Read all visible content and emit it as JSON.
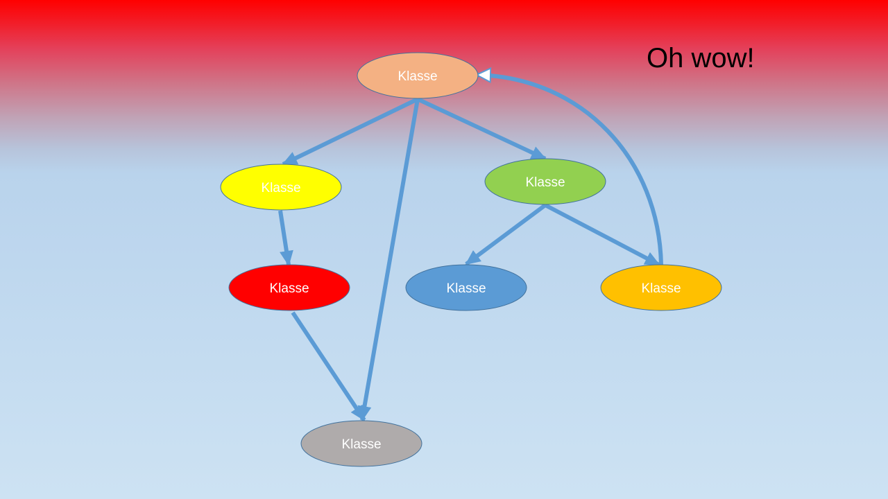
{
  "slide": {
    "title": "Oh wow!"
  },
  "diagram": {
    "edge_color": "#5b9bd5",
    "node_stroke": "#41719c",
    "nodes": [
      {
        "id": "top",
        "label": "Klasse",
        "fill": "#f4b183"
      },
      {
        "id": "yellow",
        "label": "Klasse",
        "fill": "#ffff00"
      },
      {
        "id": "green",
        "label": "Klasse",
        "fill": "#92d050"
      },
      {
        "id": "red",
        "label": "Klasse",
        "fill": "#ff0000"
      },
      {
        "id": "blue",
        "label": "Klasse",
        "fill": "#5b9bd5"
      },
      {
        "id": "orange",
        "label": "Klasse",
        "fill": "#ffc000"
      },
      {
        "id": "gray",
        "label": "Klasse",
        "fill": "#afabab"
      }
    ],
    "edges": [
      {
        "from": "top",
        "to": "yellow"
      },
      {
        "from": "top",
        "to": "green"
      },
      {
        "from": "top",
        "to": "gray"
      },
      {
        "from": "yellow",
        "to": "red"
      },
      {
        "from": "red",
        "to": "gray"
      },
      {
        "from": "green",
        "to": "blue"
      },
      {
        "from": "green",
        "to": "orange"
      },
      {
        "from": "orange",
        "to": "top"
      }
    ]
  }
}
